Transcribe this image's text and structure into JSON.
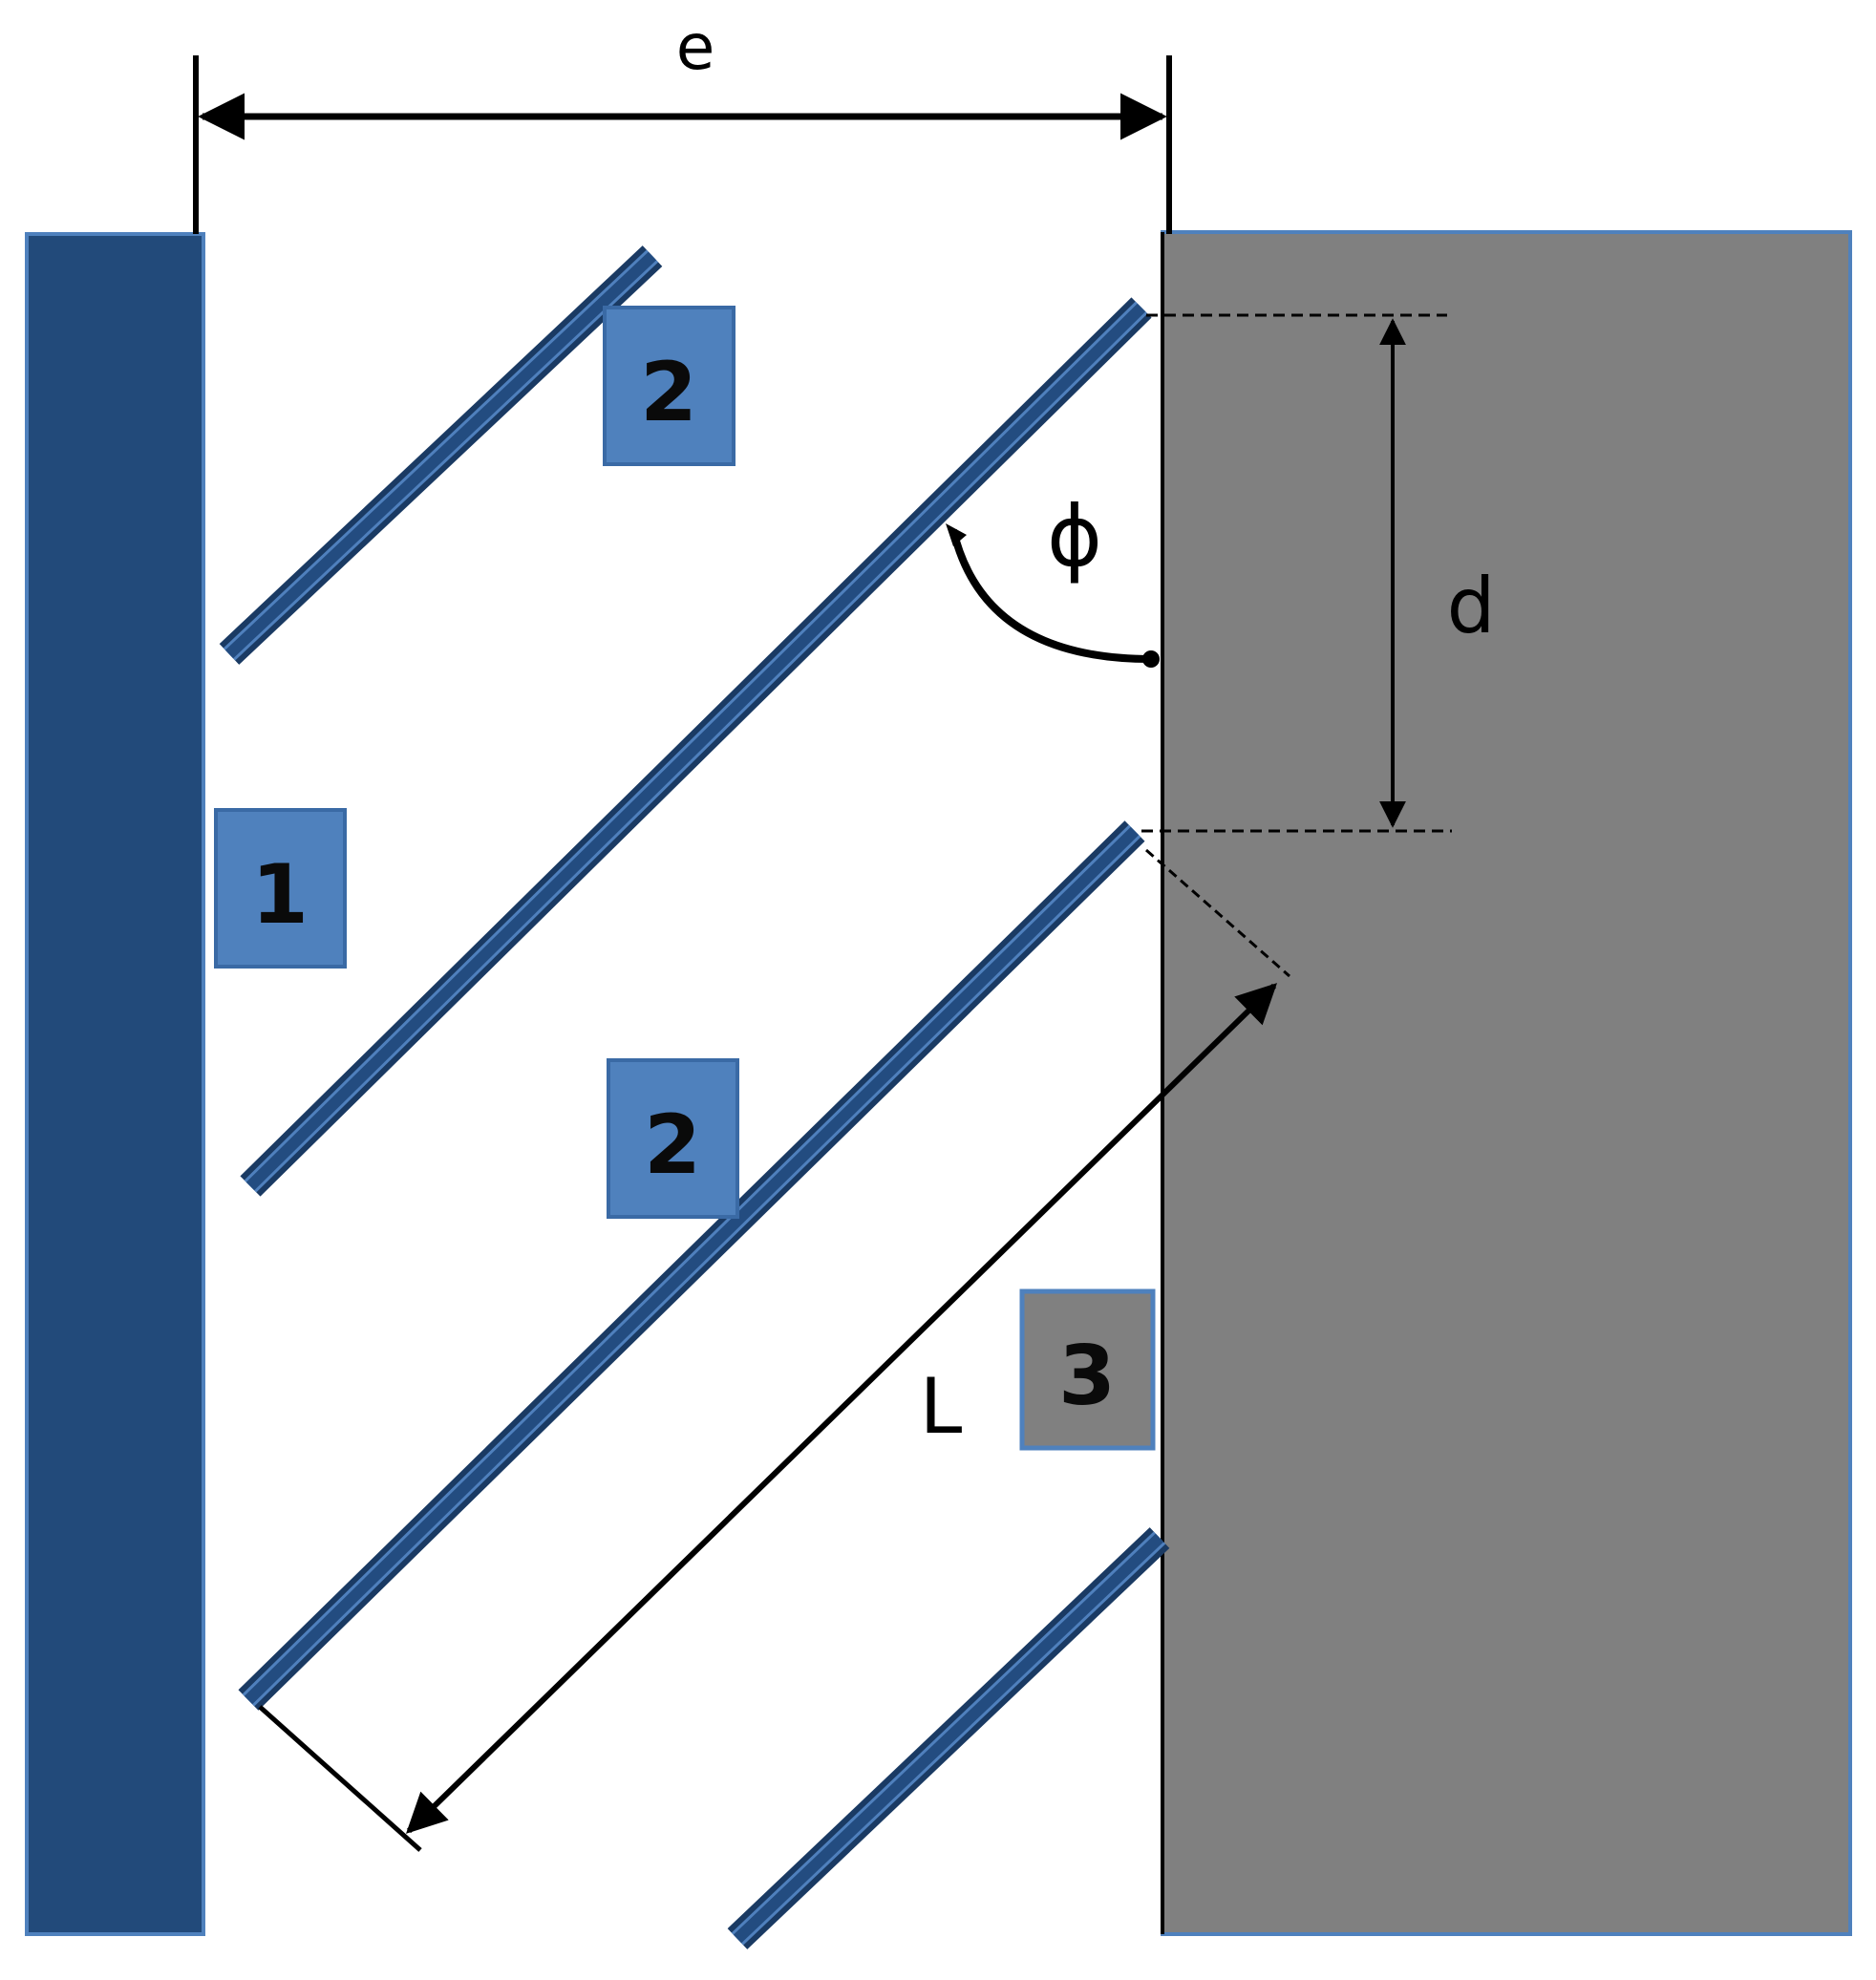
{
  "dimension_labels": {
    "e": "e",
    "d": "d",
    "phi": "ϕ",
    "L": "L"
  },
  "part_labels": {
    "label_1": "1",
    "label_2_top": "2",
    "label_2_bottom": "2",
    "label_3": "3"
  },
  "colors": {
    "left_plate": "#224a7a",
    "baffle_fill": "#234c80",
    "baffle_edge": "#4f80bd",
    "label_box_blue": "#4f81bd",
    "right_block": "#808080",
    "right_block_edge": "#4f81bd",
    "line": "#000000"
  }
}
